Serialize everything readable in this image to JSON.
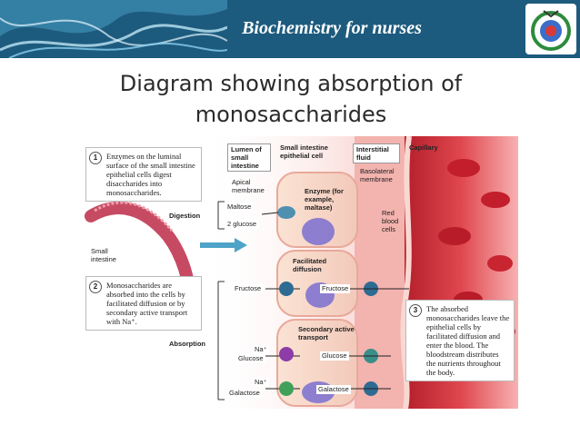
{
  "header": {
    "title": "Biochemistry for nurses"
  },
  "slide": {
    "title_line1": "Diagram showing absorption of",
    "title_line2": "monosaccharides"
  },
  "diagram": {
    "columns": {
      "lumen": "Lumen of small intestine",
      "epithelial": "Small intestine epithelial cell",
      "interstitial": "Interstitial fluid",
      "capillary": "Capillary"
    },
    "callouts": [
      {
        "num": "1",
        "text": "Enzymes on the luminal surface of the small intestine epithelial cells digest disaccharides into monosaccharides."
      },
      {
        "num": "2",
        "text": "Monosaccharides are absorbed into the cells by facilitated diffusion or by secondary active transport with Na⁺."
      },
      {
        "num": "3",
        "text": "The absorbed monosaccharides leave the epithelial cells by facilitated diffusion and enter the blood. The bloodstream distributes the nutrients throughout the body."
      }
    ],
    "labels": {
      "basolateral": "Basolateral membrane",
      "apical": "Apical membrane",
      "enzyme": "Enzyme (for example, maltase)",
      "red_blood_cells": "Red blood cells",
      "maltose": "Maltose",
      "glucose2": "2 glucose",
      "digestion": "Digestion",
      "small_intestine": "Small intestine",
      "facilitated_diffusion": "Facilitated diffusion",
      "fructose_lumen": "Fructose",
      "fructose_cell": "Fructose",
      "secondary_active": "Secondary active transport",
      "absorption": "Absorption",
      "na1": "Na⁺",
      "glucose_lumen": "Glucose",
      "glucose_cell": "Glucose",
      "na2": "Na⁺",
      "galactose_lumen": "Galactose",
      "galactose_cell": "Galactose"
    }
  }
}
